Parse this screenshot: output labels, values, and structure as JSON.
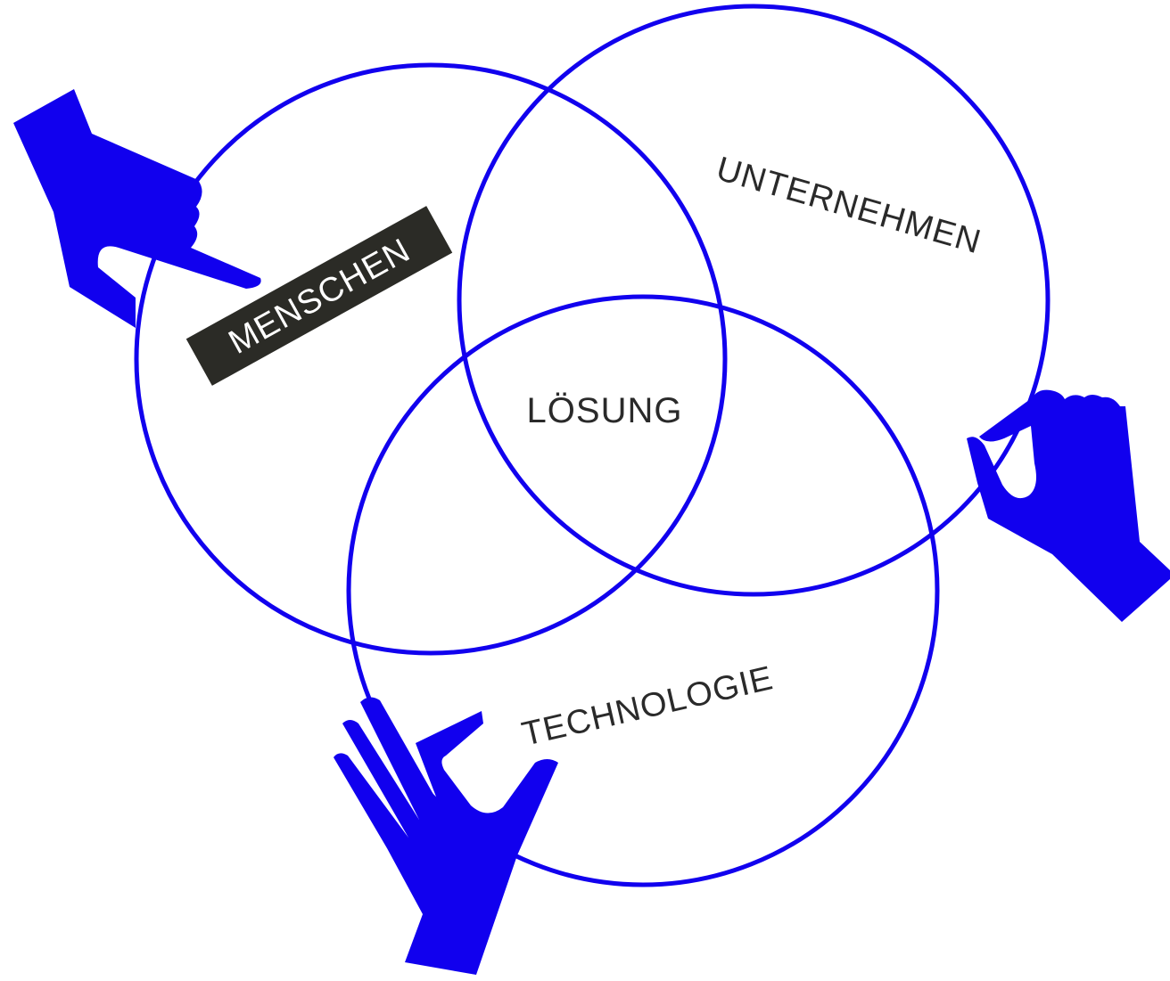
{
  "diagram": {
    "type": "venn",
    "sets": [
      {
        "label": "MENSCHEN",
        "highlighted": true
      },
      {
        "label": "UNTERNEHMEN",
        "highlighted": false
      },
      {
        "label": "TECHNOLOGIE",
        "highlighted": false
      }
    ],
    "intersection_label": "LÖSUNG"
  },
  "colors": {
    "accent": "#1100ee",
    "text": "#2a2a2a",
    "label_box": "#2b2b26",
    "label_box_text": "#ffffff",
    "background": "#ffffff"
  },
  "icons": [
    "pointing-hand-icon",
    "pinching-hand-icon",
    "open-hand-icon"
  ]
}
